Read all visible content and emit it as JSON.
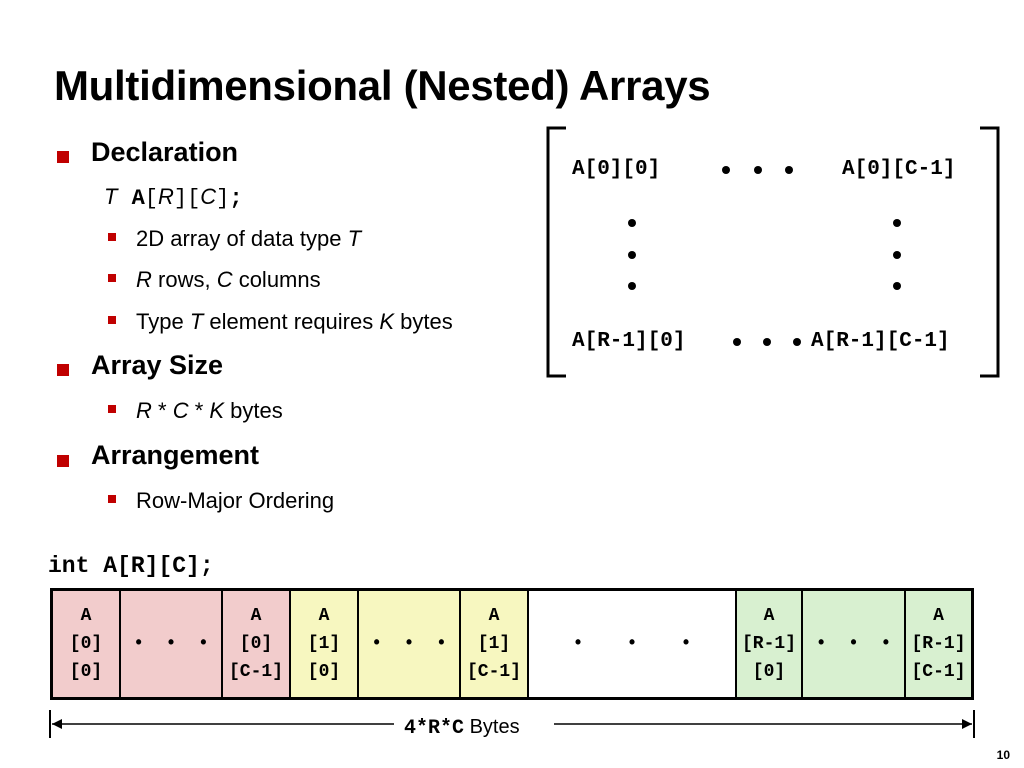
{
  "slide": {
    "title": "Multidimensional (Nested) Arrays",
    "page_number": "10"
  },
  "bullets": {
    "declaration": {
      "heading": "Declaration",
      "code_T": "T",
      "code_A": "A",
      "code_lb1": "[",
      "code_R": "R",
      "code_rb1": "]",
      "code_lb2": "[",
      "code_C": "C",
      "code_rb2": "]",
      "code_semi": ";",
      "sub1_pre": "2D array of data type ",
      "sub1_T": "T",
      "sub2_R": "R",
      "sub2_mid": " rows, ",
      "sub2_C": "C",
      "sub2_post": " columns",
      "sub3_pre": "Type ",
      "sub3_T": "T",
      "sub3_mid": " element requires ",
      "sub3_K": "K",
      "sub3_post": " bytes"
    },
    "array_size": {
      "heading": "Array Size",
      "R": "R",
      "star1": " * ",
      "C": "C",
      "star2": " * ",
      "K": "K",
      "post": " bytes"
    },
    "arrangement": {
      "heading": "Arrangement",
      "sub1": "Row-Major Ordering"
    }
  },
  "matrix": {
    "top_left": "A[0][0]",
    "top_right": "A[0][C-1]",
    "bottom_left": "A[R-1][0]",
    "bottom_right": "A[R-1][C-1]"
  },
  "memory": {
    "declaration": "int A[R][C];",
    "size_code": "4*R*C",
    "size_unit": " Bytes",
    "colors": {
      "row0": "#f2cccc",
      "row1": "#f7f7c0",
      "middle": "#ffffff",
      "rowLast": "#d8f0d0"
    },
    "cells": [
      {
        "label": "A\n[0]\n[0]"
      },
      {
        "label": "•  •  •"
      },
      {
        "label": "A\n[0]\n[C-1]"
      },
      {
        "label": "A\n[1]\n[0]"
      },
      {
        "label": "•  •  •"
      },
      {
        "label": "A\n[1]\n[C-1]"
      },
      {
        "label": "•    •    •"
      },
      {
        "label": "A\n[R-1]\n[0]"
      },
      {
        "label": "•  •  •"
      },
      {
        "label": "A\n[R-1]\n[C-1]"
      }
    ]
  }
}
